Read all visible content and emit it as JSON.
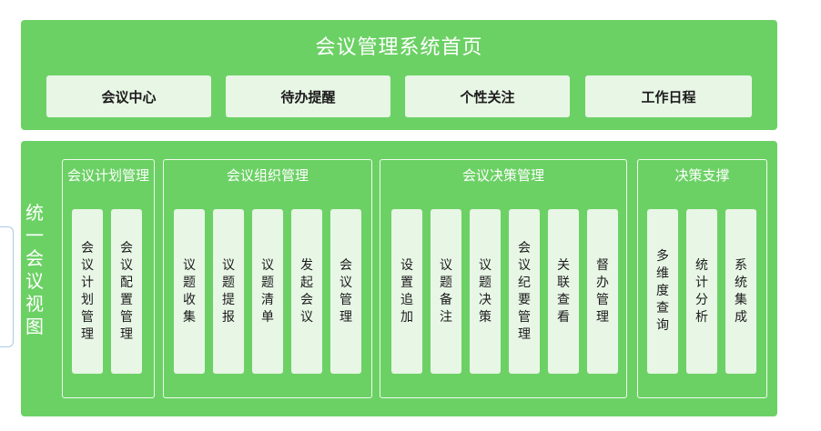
{
  "header": {
    "title": "会议管理系统首页",
    "nav": [
      "会议中心",
      "待办提醒",
      "个性关注",
      "工作日程"
    ]
  },
  "main": {
    "side_label": "统一会议视图",
    "groups": [
      {
        "title": "会议计划管理",
        "items": [
          "会议计划管理",
          "会议配置管理"
        ]
      },
      {
        "title": "会议组织管理",
        "items": [
          "议题收集",
          "议题提报",
          "议题清单",
          "发起会议",
          "会议管理"
        ]
      },
      {
        "title": "会议决策管理",
        "items": [
          "设置追加",
          "议题备注",
          "议题决策",
          "会议纪要管理",
          "关联查看",
          "督办管理"
        ]
      },
      {
        "title": "决策支撑",
        "items": [
          "多维度查询",
          "统计分析",
          "系统集成"
        ]
      }
    ]
  },
  "colors": {
    "panel": "#6cd165",
    "tile": "#e8f6e6",
    "frame": "#a9cbe9"
  }
}
